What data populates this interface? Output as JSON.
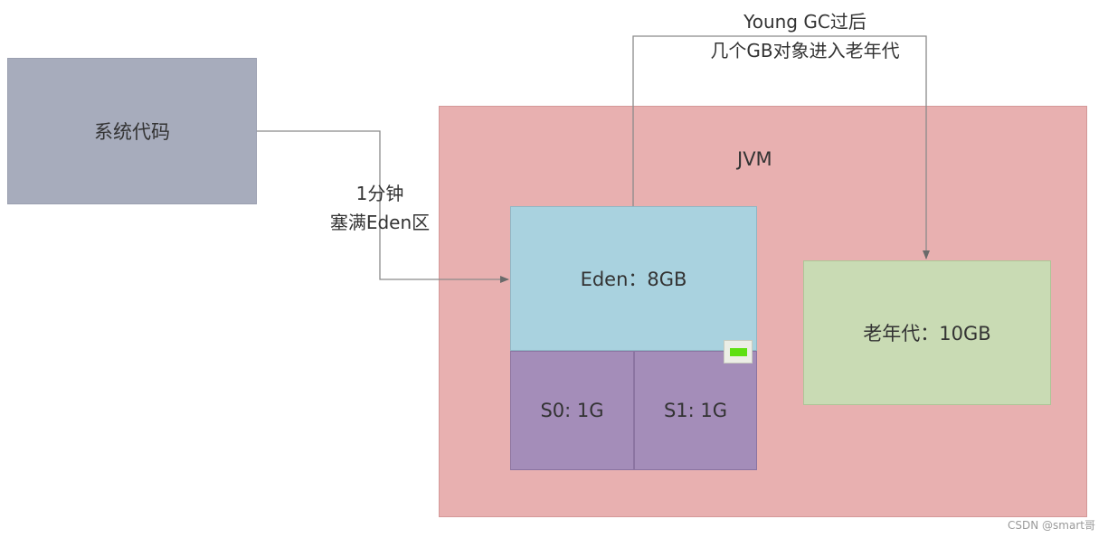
{
  "boxes": {
    "system_code": "系统代码",
    "jvm": "JVM",
    "eden": "Eden：8GB",
    "s0": "S0: 1G",
    "s1": "S1: 1G",
    "old_gen": "老年代：10GB"
  },
  "edges": {
    "system_to_eden": {
      "line1": "1分钟",
      "line2": "塞满Eden区"
    },
    "eden_to_old": {
      "line1": "Young GC过后",
      "line2": "几个GB对象进入老年代"
    }
  },
  "watermark": "CSDN @smart哥",
  "colors": {
    "system": "#a7acbc",
    "jvm": "#e8b0b0",
    "eden": "#a9d2df",
    "survivor": "#a48db9",
    "old_gen": "#c9dbb4",
    "object_chip": "#5ee012"
  }
}
